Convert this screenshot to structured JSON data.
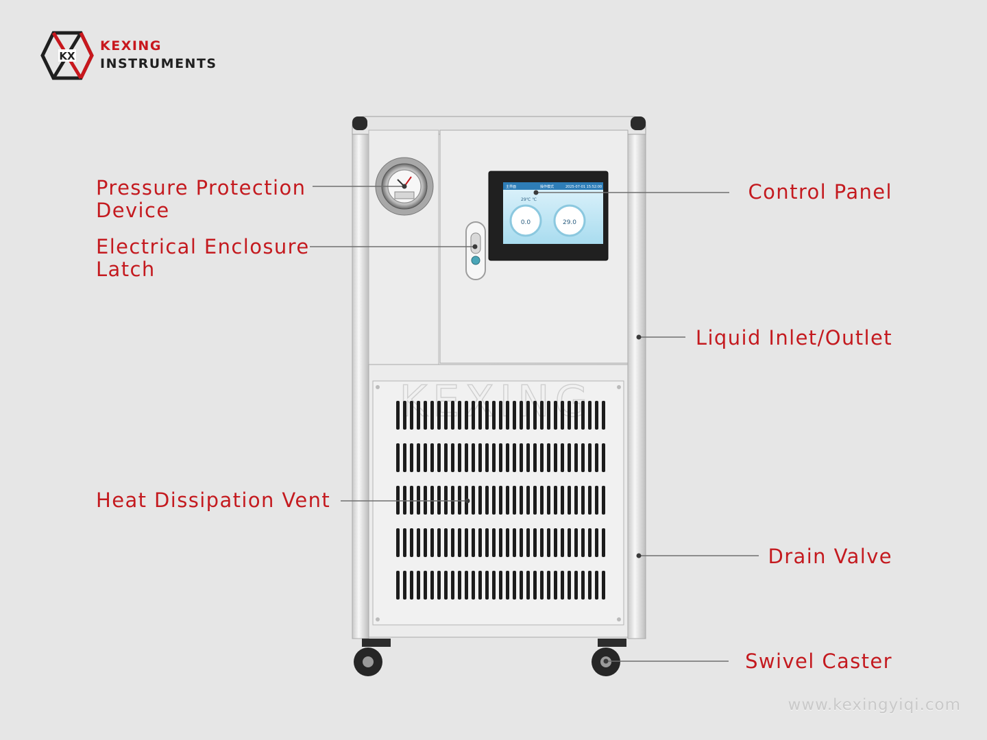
{
  "brand": {
    "logo_letters": "KX",
    "name_line1": "KEXING",
    "name_line2": "INSTRUMENTS"
  },
  "watermark": "KEXING",
  "screen": {
    "top_left": "主界面",
    "top_center": "操作模式",
    "top_right": "2025-07-01 15:52:00",
    "left_temp": "29℃ ℃",
    "left_value": "0.0",
    "right_value": "29.0"
  },
  "callouts": {
    "pressure_line1": "Pressure Protection",
    "pressure_line2": "Device",
    "latch_line1": "Electrical Enclosure",
    "latch_line2": "Latch",
    "vent": "Heat Dissipation Vent",
    "control_panel": "Control Panel",
    "liquid": "Liquid Inlet/Outlet",
    "drain": "Drain Valve",
    "caster": "Swivel Caster"
  },
  "website": "www.kexingyiqi.com",
  "colors": {
    "background": "#e6e6e6",
    "label_red": "#c41a1f",
    "brand_red": "#c8171d",
    "leader_line": "#6f6f6f"
  },
  "icons": [
    "kx-logo-icon",
    "pressure-gauge-icon",
    "door-latch-icon",
    "swivel-caster-icon"
  ]
}
